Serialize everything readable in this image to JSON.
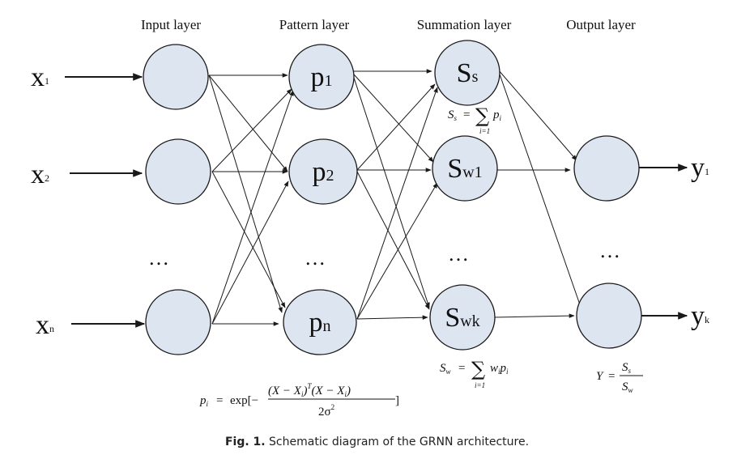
{
  "layers": {
    "input": "Input layer",
    "pattern": "Pattern layer",
    "summation": "Summation layer",
    "output": "Output layer"
  },
  "inputs": [
    {
      "base": "x",
      "sub": "1"
    },
    {
      "base": "x",
      "sub": "2"
    },
    {
      "base": "x",
      "sub": "n"
    }
  ],
  "pattern_nodes": [
    {
      "base": "p",
      "sub": "1"
    },
    {
      "base": "p",
      "sub": "2"
    },
    {
      "base": "p",
      "sub": "n"
    }
  ],
  "summation_nodes": [
    {
      "base": "S",
      "sub": "s"
    },
    {
      "base": "S",
      "sub": "w1"
    },
    {
      "base": "S",
      "sub": "wk"
    }
  ],
  "outputs": [
    {
      "base": "y",
      "sub": "1"
    },
    {
      "base": "y",
      "sub": "k"
    }
  ],
  "ellipsis": "…",
  "formulas": {
    "ss": {
      "lhs": "S",
      "lhs_sub": "s",
      "eq": "=",
      "sum": "∑",
      "sum_lower": "i=1",
      "term": "p",
      "term_sub": "i"
    },
    "sw": {
      "lhs": "S",
      "lhs_sub": "w",
      "eq": "=",
      "sum": "∑",
      "sum_lower": "i=1",
      "term1": "w",
      "term1_sub": "i",
      "term2": "p",
      "term2_sub": "i"
    },
    "y": {
      "lhs": "Y",
      "eq": "=",
      "num": "S",
      "num_sub": "s",
      "den": "S",
      "den_sub": "w"
    },
    "pi": {
      "lhs": "p",
      "lhs_sub": "i",
      "eq": "=",
      "func": "exp[−",
      "numerator": "(X − X",
      "numerator_sub": "i",
      "numerator_close": ")",
      "numerator_sup": "T",
      "numerator_tail": "(X − X",
      "numerator_sub2": "i",
      "numerator_tail_close": ")",
      "denominator": "2σ",
      "denominator_sup": "2",
      "close": "]"
    }
  },
  "caption": {
    "label": "Fig. 1.",
    "text": " Schematic diagram of the GRNN architecture."
  }
}
